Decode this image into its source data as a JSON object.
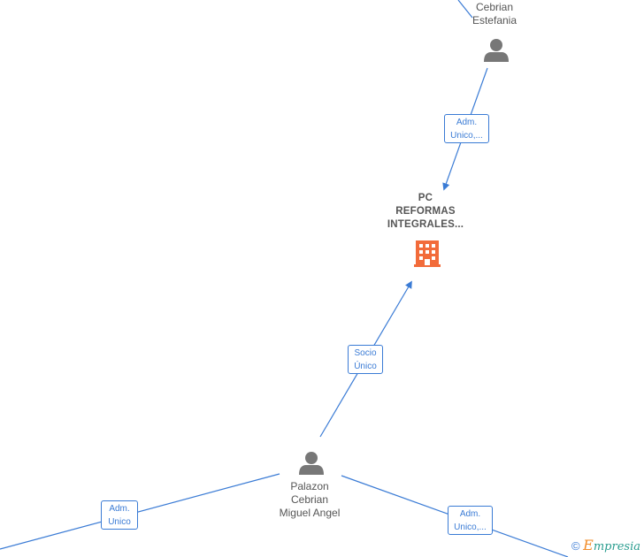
{
  "nodes": {
    "top_person": {
      "lines": [
        "Cebrian",
        "Estefania"
      ],
      "icon": "person-icon"
    },
    "company": {
      "lines": [
        "PC",
        "REFORMAS",
        "INTEGRALES..."
      ],
      "icon": "building-icon",
      "color": "#f26b3a"
    },
    "bottom_person": {
      "lines": [
        "Palazon",
        "Cebrian",
        "Miguel Angel"
      ],
      "icon": "person-icon"
    }
  },
  "relations": {
    "top_to_company": [
      "Adm.",
      "Unico,..."
    ],
    "person_to_company": [
      "Socio",
      "Único"
    ],
    "left_edge": [
      "Adm.",
      "Unico"
    ],
    "right_edge": [
      "Adm.",
      "Unico,..."
    ]
  },
  "colors": {
    "edge": "#3a7bd5",
    "person": "#777777",
    "company": "#f26b3a"
  },
  "watermark": {
    "symbol": "©",
    "brand_initial": "E",
    "brand_rest": "mpresia"
  }
}
